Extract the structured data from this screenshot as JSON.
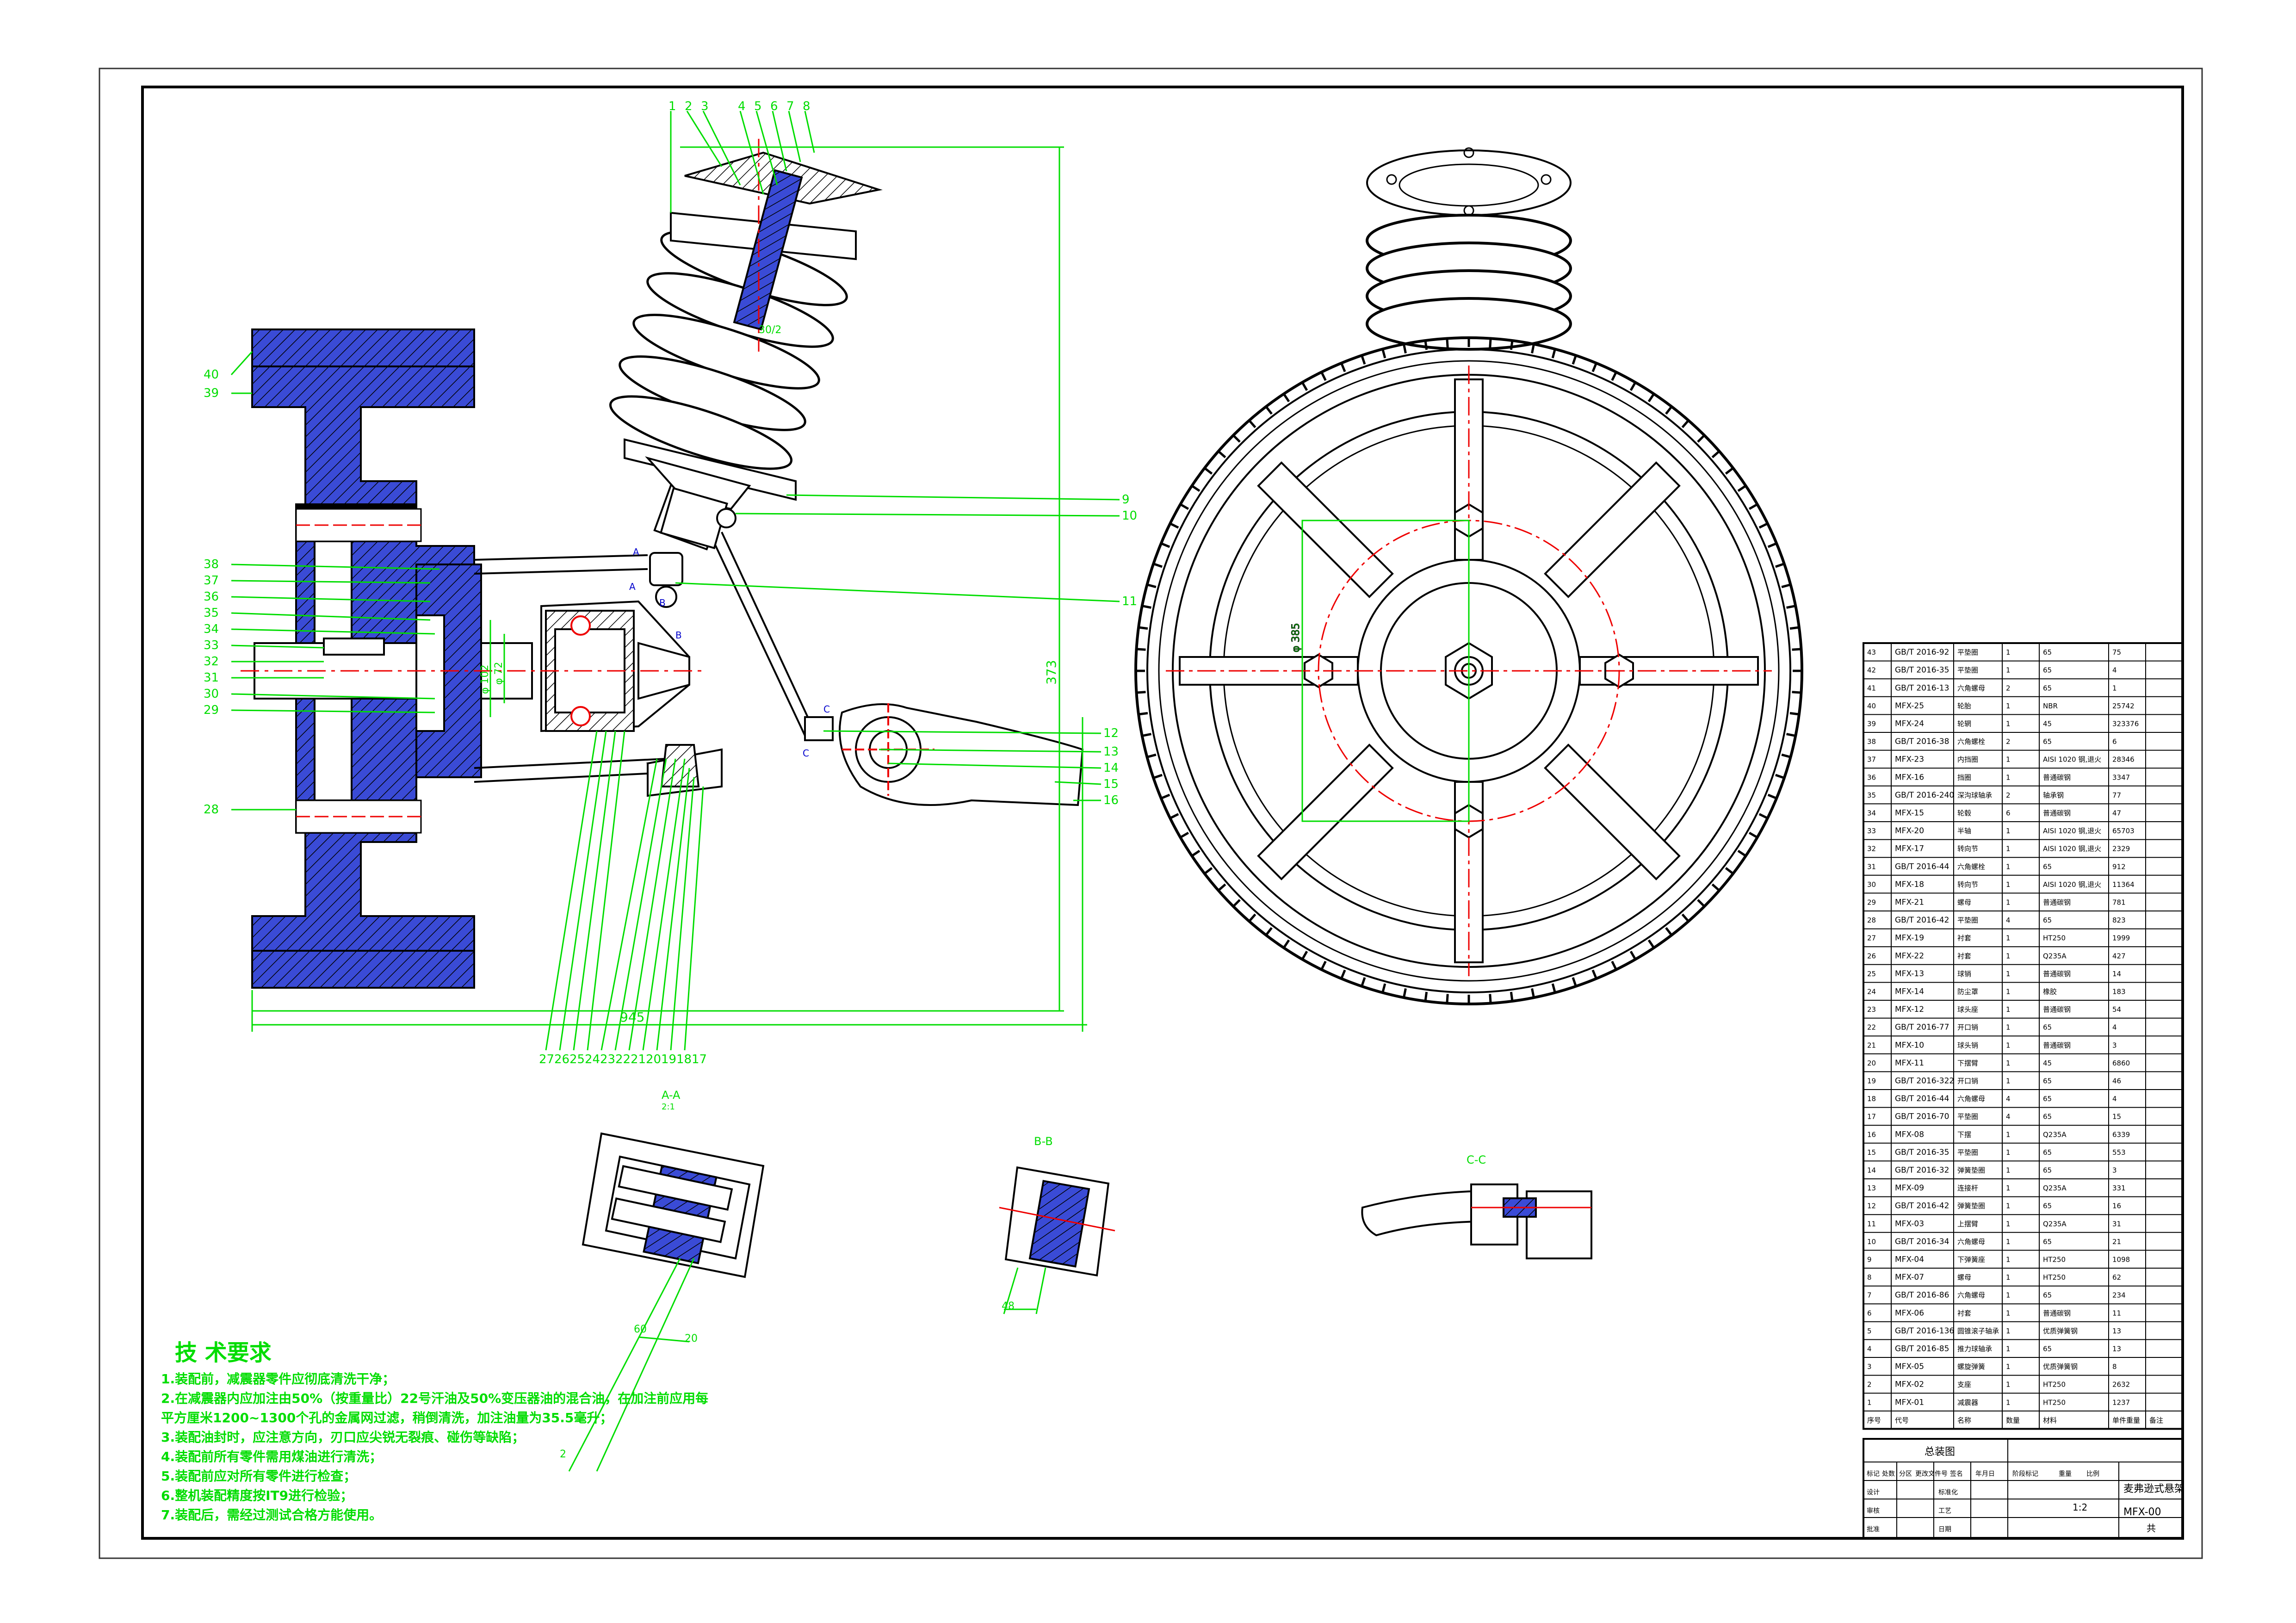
{
  "drawing": {
    "main_section_dims": {
      "height": "373",
      "width": "945",
      "diameter1": "φ 102",
      "diameter2": "φ 72"
    },
    "center_dim": "φ 385",
    "spring_dim": "30/2",
    "view_labels": [
      "A-A",
      "B-B",
      "C-C"
    ],
    "view_scale": "2:1",
    "balloons_top": [
      "1",
      "2",
      "3",
      "4",
      "5",
      "6",
      "7",
      "8"
    ],
    "balloons_right": [
      "9",
      "10",
      "11",
      "12",
      "13",
      "14",
      "15",
      "16"
    ],
    "balloons_left": [
      "40",
      "39",
      "38",
      "37",
      "36",
      "35",
      "34",
      "33",
      "32",
      "31",
      "30",
      "29",
      "28"
    ],
    "balloons_bottom": [
      "27",
      "26",
      "25",
      "24",
      "23",
      "22",
      "21",
      "20",
      "19",
      "18",
      "17"
    ],
    "aux_dims": [
      "60",
      "20",
      "2",
      "48"
    ],
    "section_marks": [
      "A",
      "A",
      "B",
      "B",
      "C",
      "C"
    ]
  },
  "tech_requirements": {
    "title": "技 术要求",
    "items": [
      "1.装配前，减震器零件应彻底清洗干净；",
      "2.在减震器内应加注由50%（按重量比）22号汗油及50%变压器油的混合油，在加注前应用每",
      "平方厘米1200~1300个孔的金属网过滤，稍倒清洗，加注油量为35.5毫升；",
      "3.装配油封时，应注意方向，刃口应尖锐无裂痕、碰伤等缺陷；",
      "4.装配前所有零件需用煤油进行清洗；",
      "5.装配前应对所有零件进行检查；",
      "6.整机装配精度按IT9进行检验；",
      "7.装配后，需经过测试合格方能使用。"
    ]
  },
  "bom": {
    "headers": [
      "序号",
      "代号",
      "名称",
      "数量",
      "材料",
      "单件重量",
      "备注"
    ],
    "rows": [
      [
        "43",
        "GB/T 2016-92",
        "平垫圈",
        "1",
        "65",
        "75"
      ],
      [
        "42",
        "GB/T 2016-35",
        "平垫圈",
        "1",
        "65",
        "4"
      ],
      [
        "41",
        "GB/T 2016-13",
        "六角螺母",
        "2",
        "65",
        "1"
      ],
      [
        "40",
        "MFX-25",
        "轮胎",
        "1",
        "NBR",
        "25742"
      ],
      [
        "39",
        "MFX-24",
        "轮辋",
        "1",
        "45",
        "323376"
      ],
      [
        "38",
        "GB/T 2016-38",
        "六角螺栓",
        "2",
        "65",
        "6"
      ],
      [
        "37",
        "MFX-23",
        "内挡圈",
        "1",
        "AISI 1020 钢,退火",
        "28346"
      ],
      [
        "36",
        "MFX-16",
        "挡圈",
        "1",
        "普通碳钢",
        "3347"
      ],
      [
        "35",
        "GB/T 2016-240",
        "深沟球轴承",
        "2",
        "轴承钢",
        "77"
      ],
      [
        "34",
        "MFX-15",
        "轮毂",
        "6",
        "普通碳钢",
        "47"
      ],
      [
        "33",
        "MFX-20",
        "半轴",
        "1",
        "AISI 1020 钢,退火",
        "65703"
      ],
      [
        "32",
        "MFX-17",
        "转向节",
        "1",
        "AISI 1020 钢,退火",
        "2329"
      ],
      [
        "31",
        "GB/T 2016-44",
        "六角螺栓",
        "1",
        "65",
        "912"
      ],
      [
        "30",
        "MFX-18",
        "转向节",
        "1",
        "AISI 1020 钢,退火",
        "11364"
      ],
      [
        "29",
        "MFX-21",
        "螺母",
        "1",
        "普通碳钢",
        "781"
      ],
      [
        "28",
        "GB/T 2016-42",
        "平垫圈",
        "4",
        "65",
        "823"
      ],
      [
        "27",
        "MFX-19",
        "衬套",
        "1",
        "HT250",
        "1999"
      ],
      [
        "26",
        "MFX-22",
        "衬套",
        "1",
        "Q235A",
        "427"
      ],
      [
        "25",
        "MFX-13",
        "球销",
        "1",
        "普通碳钢",
        "14"
      ],
      [
        "24",
        "MFX-14",
        "防尘罩",
        "1",
        "橡胶",
        "183"
      ],
      [
        "23",
        "MFX-12",
        "球头座",
        "1",
        "普通碳钢",
        "54"
      ],
      [
        "22",
        "GB/T 2016-77",
        "开口销",
        "1",
        "65",
        "4"
      ],
      [
        "21",
        "MFX-10",
        "球头销",
        "1",
        "普通碳钢",
        "3"
      ],
      [
        "20",
        "MFX-11",
        "下摆臂",
        "1",
        "45",
        "6860"
      ],
      [
        "19",
        "GB/T 2016-322",
        "开口销",
        "1",
        "65",
        "46"
      ],
      [
        "18",
        "GB/T 2016-44",
        "六角螺母",
        "4",
        "65",
        "4"
      ],
      [
        "17",
        "GB/T 2016-70",
        "平垫圈",
        "4",
        "65",
        "15"
      ],
      [
        "16",
        "MFX-08",
        "下摆",
        "1",
        "Q235A",
        "6339"
      ],
      [
        "15",
        "GB/T 2016-35",
        "平垫圈",
        "1",
        "65",
        "553"
      ],
      [
        "14",
        "GB/T 2016-32",
        "弹簧垫圈",
        "1",
        "65",
        "3"
      ],
      [
        "13",
        "MFX-09",
        "连接杆",
        "1",
        "Q235A",
        "331"
      ],
      [
        "12",
        "GB/T 2016-42",
        "弹簧垫圈",
        "1",
        "65",
        "16"
      ],
      [
        "11",
        "MFX-03",
        "上摆臂",
        "1",
        "Q235A",
        "31"
      ],
      [
        "10",
        "GB/T 2016-34",
        "六角螺母",
        "1",
        "65",
        "21"
      ],
      [
        "9",
        "MFX-04",
        "下弹簧座",
        "1",
        "HT250",
        "1098"
      ],
      [
        "8",
        "MFX-07",
        "螺母",
        "1",
        "HT250",
        "62"
      ],
      [
        "7",
        "GB/T 2016-86",
        "六角螺母",
        "1",
        "65",
        "234"
      ],
      [
        "6",
        "MFX-06",
        "衬套",
        "1",
        "普通碳钢",
        "11"
      ],
      [
        "5",
        "GB/T 2016-136",
        "圆锥滚子轴承",
        "1",
        "优质弹簧钢",
        "13"
      ],
      [
        "4",
        "GB/T 2016-85",
        "推力球轴承",
        "1",
        "65",
        "13"
      ],
      [
        "3",
        "MFX-05",
        "螺旋弹簧",
        "1",
        "优质弹簧钢",
        "8"
      ],
      [
        "2",
        "MFX-02",
        "支座",
        "1",
        "HT250",
        "2632"
      ],
      [
        "1",
        "MFX-01",
        "减震器",
        "1",
        "HT250",
        "1237"
      ]
    ]
  },
  "title_block": {
    "project": "总装图",
    "name": "麦弗逊式悬架",
    "drawing_no": "MFX-00",
    "scale": "1:2",
    "sheet": "共",
    "labels": [
      "标记",
      "处数",
      "分区",
      "更改文件号",
      "签名",
      "年月日",
      "阶段标记",
      "重量",
      "比例",
      "设计",
      "标准化",
      "审核",
      "工艺",
      "批准",
      "日期"
    ]
  }
}
